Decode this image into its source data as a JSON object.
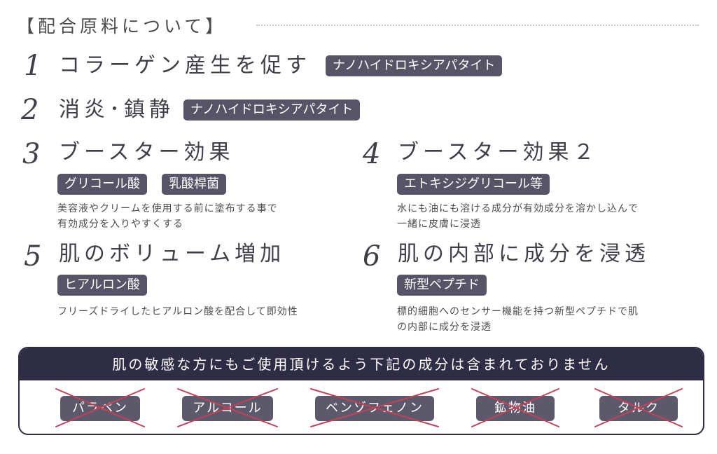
{
  "header": {
    "title": "【配合原料について】"
  },
  "items": [
    {
      "number": "1",
      "title": "コラーゲン産生を促す",
      "badges": [
        "ナノハイドロキシアパタイト"
      ]
    },
    {
      "number": "2",
      "title": "消炎･鎮静",
      "badges": [
        "ナノハイドロキシアパタイト"
      ]
    },
    {
      "number": "3",
      "title": "ブースター効果",
      "badges": [
        "グリコール酸",
        "乳酸桿菌"
      ],
      "desc": [
        "美容液やクリームを使用する前に塗布する事で",
        "有効成分を入りやすくする"
      ]
    },
    {
      "number": "4",
      "title": "ブースター効果２",
      "badges": [
        "エトキシジグリコール等"
      ],
      "desc": [
        "水にも油にも溶ける成分が有効成分を溶かし込んで",
        "一緒に皮膚に浸透"
      ]
    },
    {
      "number": "5",
      "title": "肌のボリューム増加",
      "badges": [
        "ヒアルロン酸"
      ],
      "desc": [
        "フリーズドライしたヒアルロン酸を配合して即効性"
      ]
    },
    {
      "number": "6",
      "title": "肌の内部に成分を浸透",
      "badges": [
        "新型ペプチド"
      ],
      "desc": [
        "標的細胞へのセンサー機能を持つ新型ペプチドで肌",
        "の内部に成分を浸透"
      ]
    }
  ],
  "notice": {
    "heading": "肌の敏感な方にもご使用頂けるよう下記の成分は含まれておりません",
    "excluded": [
      "パラペン",
      "アルコール",
      "ベンゾフェノン",
      "鉱物油",
      "タルク"
    ]
  },
  "colors": {
    "navy": "#2f2d45",
    "badge": "#565466",
    "cross": "#c6405a"
  }
}
